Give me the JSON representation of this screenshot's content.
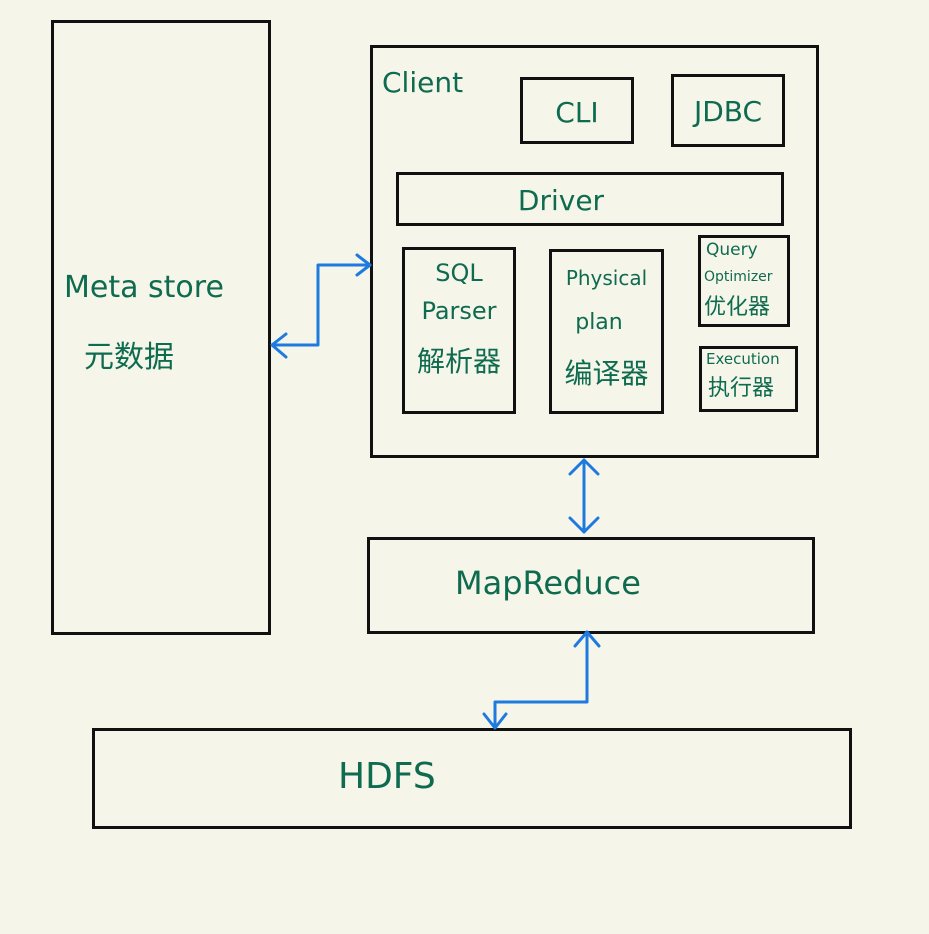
{
  "colors": {
    "background": "#f6f5ea",
    "box_border": "#111111",
    "text": "#0f6b4f",
    "arrow": "#1f7ae0"
  },
  "metastore": {
    "title": "Meta store",
    "subtitle": "元数据"
  },
  "client": {
    "title": "Client",
    "cli": "CLI",
    "jdbc": "JDBC",
    "driver": "Driver",
    "sql_parser": {
      "line1": "SQL",
      "line2": "Parser",
      "line3": "解析器"
    },
    "physical_plan": {
      "line1": "Physical",
      "line2": "plan",
      "line3": "编译器"
    },
    "query_optimizer": {
      "line1": "Query",
      "line2": "Optimizer",
      "line3": "优化器"
    },
    "execution": {
      "line1": "Execution",
      "line2": "执行器"
    }
  },
  "mapreduce": {
    "label": "MapReduce"
  },
  "hdfs": {
    "label": "HDFS"
  }
}
